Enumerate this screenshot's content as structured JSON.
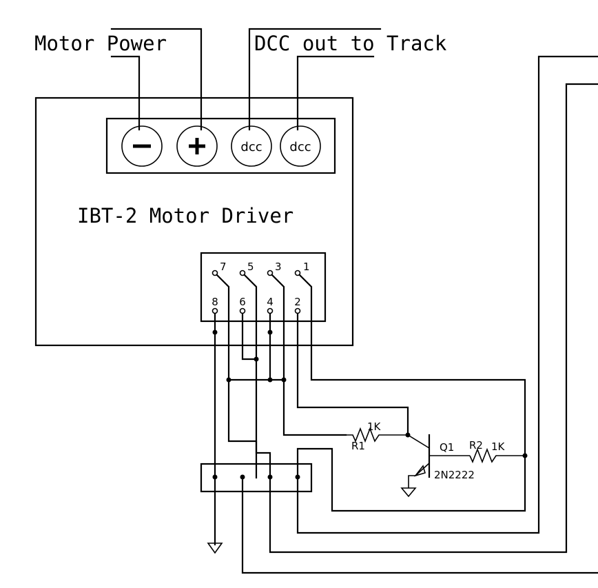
{
  "diagram": {
    "labels": {
      "motor_power": "Motor Power",
      "dcc_out": "DCC out to Track",
      "driver_title": "IBT-2 Motor Driver"
    },
    "terminals": [
      {
        "id": "minus",
        "glyph": "−"
      },
      {
        "id": "plus",
        "glyph": "+"
      },
      {
        "id": "dcc1",
        "glyph": "dcc"
      },
      {
        "id": "dcc2",
        "glyph": "dcc"
      }
    ],
    "header_pins": {
      "top_row": [
        "7",
        "5",
        "3",
        "1"
      ],
      "bottom_row": [
        "8",
        "6",
        "4",
        "2"
      ]
    },
    "components": {
      "r1": {
        "ref": "R1",
        "value": "1K"
      },
      "r2": {
        "ref": "R2",
        "value": "1K"
      },
      "q1": {
        "ref": "Q1",
        "part": "2N2222"
      }
    },
    "connector": {
      "pin_count": 4
    },
    "color": "#000000"
  }
}
